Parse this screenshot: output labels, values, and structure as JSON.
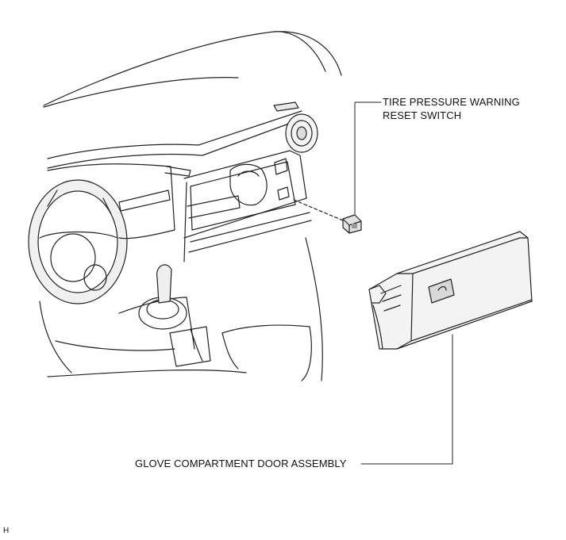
{
  "callouts": {
    "tire_switch": {
      "line1": "TIRE PRESSURE WARNING",
      "line2": "RESET SWITCH"
    },
    "glove_box": {
      "text": "GLOVE COMPARTMENT DOOR ASSEMBLY"
    }
  },
  "ref_code": "H",
  "colors": {
    "line": "#222222",
    "fill_light": "#f2f2f2",
    "fill_dark": "#cfcfcf"
  }
}
